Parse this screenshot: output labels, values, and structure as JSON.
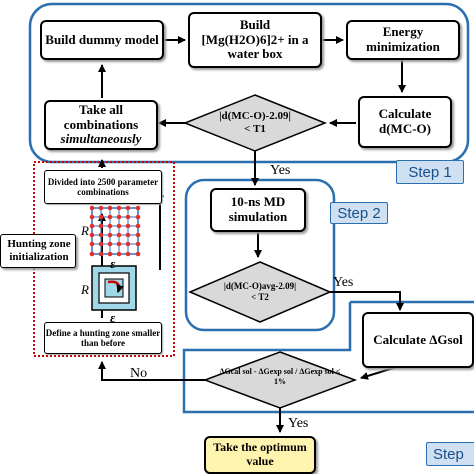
{
  "nodes": {
    "build_dummy": "Build dummy model",
    "build_mg_l1": "Build",
    "build_mg_l2": "[Mg(H2O)6]2+ in a",
    "build_mg_l3": "water box",
    "energy_min": "Energy minimization",
    "calc_dmco_l1": "Calculate",
    "calc_dmco_l2": "d(MC-O)",
    "take_all_l1": "Take all",
    "take_all_l2": "combinations",
    "take_all_l3": "simultaneously",
    "decision1_l1": "|d(MC-O)-2.09|",
    "decision1_l2": "< T1",
    "md_sim_l1": "10-ns MD",
    "md_sim_l2": "simulation",
    "decision2_l1": "|d(MC-O)avg-2.09|",
    "decision2_l2": "< T2",
    "calc_dg": "Calculate ΔGsol",
    "decision3": "ΔGcal sol - ΔGexp sol / ΔGexp sol < 1%",
    "divided": "Divided into 2500 parameter combinations",
    "define_zone": "Define a hunting zone smaller than before",
    "take_optimum": "Take the optimum value",
    "hunting_init": "Hunting zone initialization"
  },
  "labels": {
    "yes1": "Yes",
    "yes2": "Yes",
    "yes3": "Yes",
    "no": "No",
    "step1": "Step 1",
    "step2": "Step 2",
    "step3": "Step",
    "R_top": "R",
    "eps_top": "ε",
    "R_bottom": "R",
    "eps_bottom": "ε"
  },
  "colors": {
    "step_border": "#2a6fb0",
    "step_fill": "#cfe0f3",
    "grid_red": "#e03030",
    "grid_blue": "#3070c0",
    "square_fill": "#9fd8e6",
    "optimum_fill": "#fff3b0",
    "decision_fill": "#d9d9d9",
    "dotted_red": "#cc0000"
  }
}
